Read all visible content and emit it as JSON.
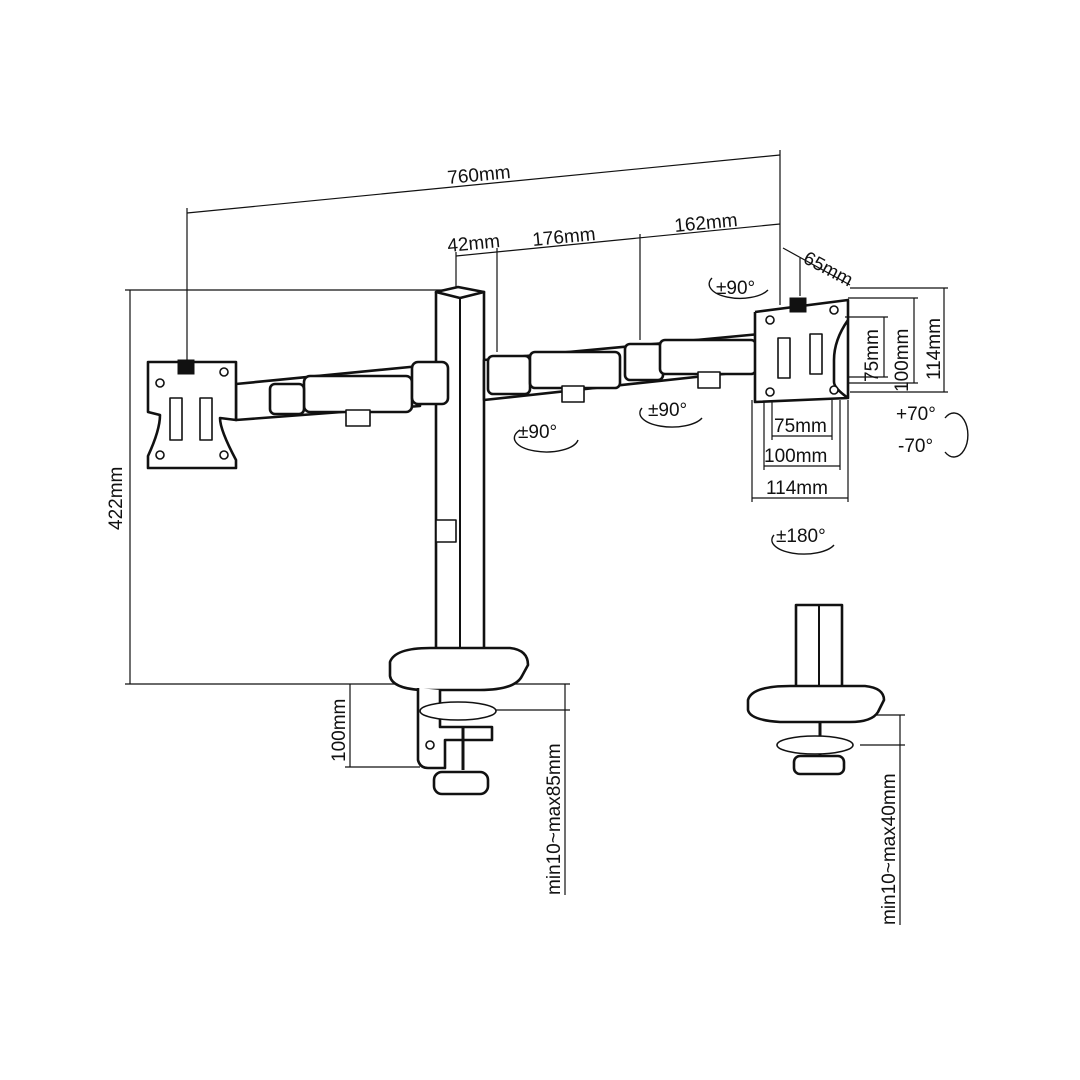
{
  "colors": {
    "line": "#111111",
    "background": "#ffffff"
  },
  "dimensions": {
    "total_width": "760mm",
    "offset_42": "42mm",
    "arm_176": "176mm",
    "arm_162": "162mm",
    "depth_65": "65mm",
    "height_422": "422mm",
    "vesa_75_v": "75mm",
    "vesa_100_v": "100mm",
    "vesa_114_v": "114mm",
    "vesa_75_h": "75mm",
    "vesa_100_h": "100mm",
    "vesa_114_h": "114mm",
    "clamp_100": "100mm",
    "clamp_range": "min10~max85mm",
    "grommet_range": "min10~max40mm"
  },
  "rotations": {
    "tilt_up": "+70°",
    "tilt_down": "-70°",
    "swivel_top": "±90°",
    "swivel_left": "±90°",
    "swivel_right": "±90°",
    "rotate": "±180°"
  }
}
